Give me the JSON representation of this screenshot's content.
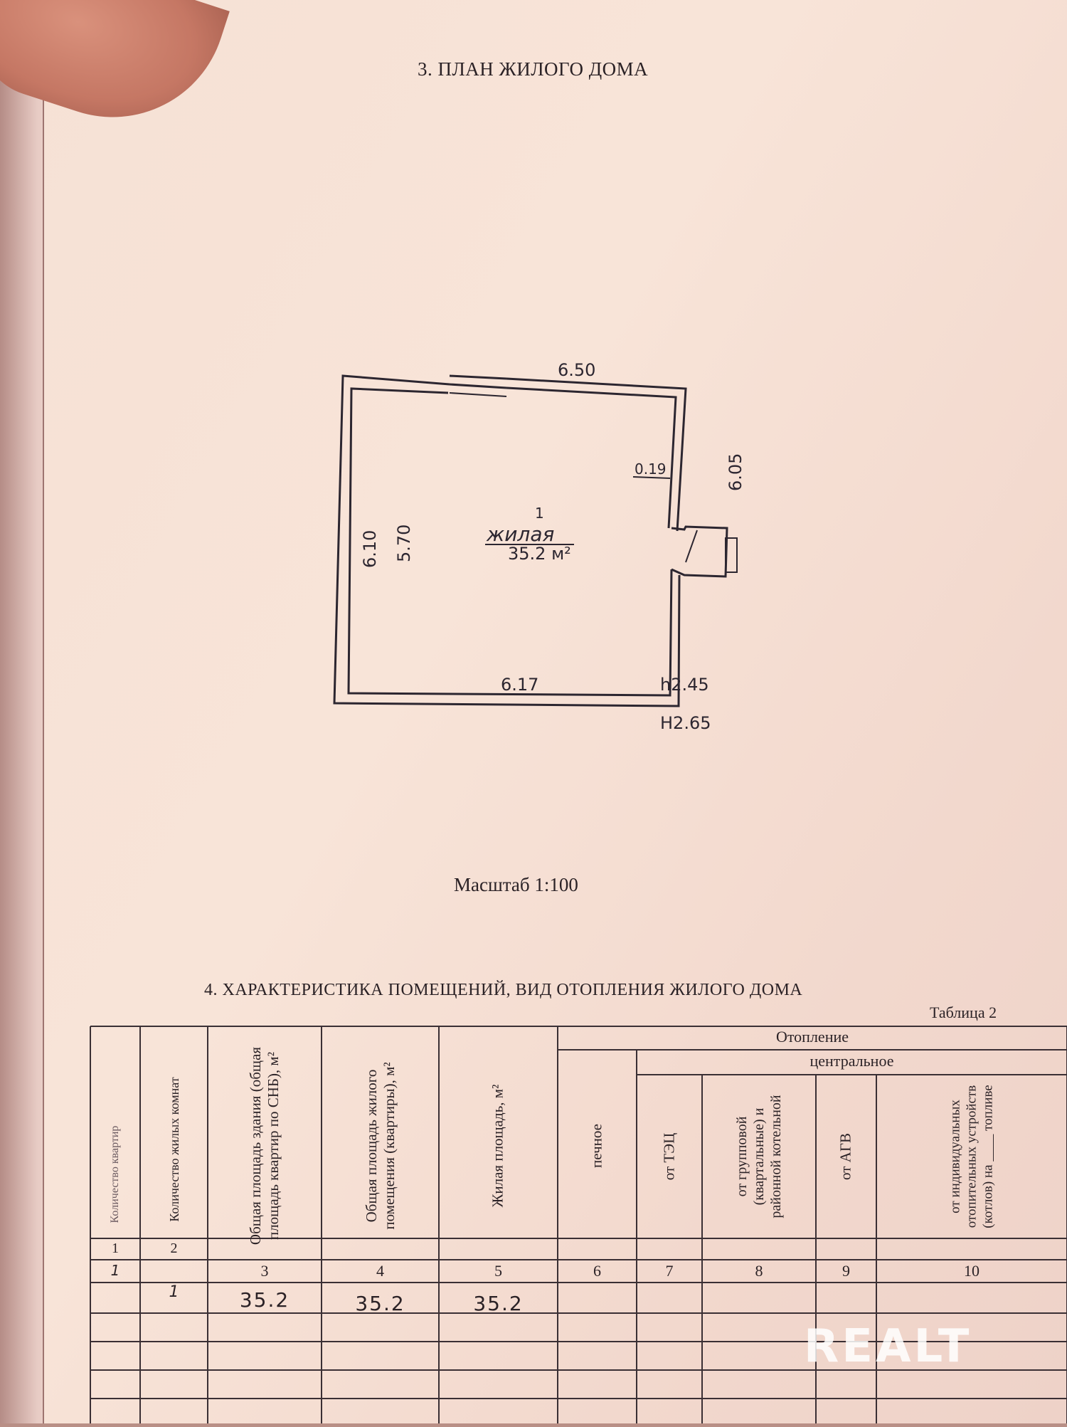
{
  "plan": {
    "heading": "3.   ПЛАН ЖИЛОГО ДОМА",
    "room_number": "1",
    "room_name": "жилая",
    "room_area": "35.2 м²",
    "dims": {
      "top": "6.50",
      "right": "6.05",
      "wall": "0.19",
      "left_outer": "6.10",
      "left_inner": "5.70",
      "bottom": "6.17",
      "inner_height": "h2.45",
      "outer_height": "H2.65"
    },
    "scale": "Масштаб 1:100"
  },
  "table": {
    "heading": "4.    ХАРАКТЕРИСТИКА ПОМЕЩЕНИЙ, ВИД ОТОПЛЕНИЯ ЖИЛОГО ДОМА",
    "caption": "Таблица 2",
    "group_heating": "Отопление",
    "group_central": "центральное",
    "columns": [
      {
        "num": "1",
        "header": "Количество квартир"
      },
      {
        "num": "2",
        "header": "Количество жилых комнат"
      },
      {
        "num": "3",
        "header": "Общая площадь здания (общая площадь квартир по СНБ), м²"
      },
      {
        "num": "4",
        "header": "Общая площадь жилого помещения (квартиры), м²"
      },
      {
        "num": "5",
        "header": "Жилая площадь, м²"
      },
      {
        "num": "6",
        "header": "печное"
      },
      {
        "num": "7",
        "header": "от ТЭЦ"
      },
      {
        "num": "8",
        "header": "от групповой (квартальные) и районной котельной"
      },
      {
        "num": "9",
        "header": "от АГВ"
      },
      {
        "num": "10",
        "header": "от индивидуальных отопительных устройств (котлов) на ____ топливе"
      }
    ],
    "row": {
      "c1": "1",
      "c2": "1",
      "c3": "35.2",
      "c4": "35.2",
      "c5": "35.2"
    }
  },
  "watermark": "REALT"
}
